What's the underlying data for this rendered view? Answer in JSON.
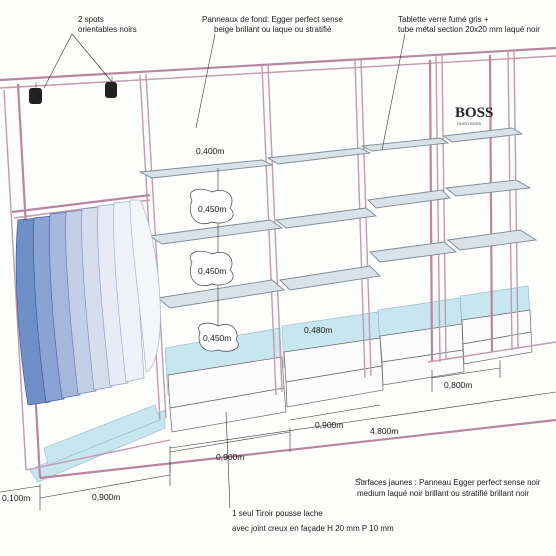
{
  "labels": {
    "spots": [
      "2 spots",
      "orientables noirs"
    ],
    "panneaux": [
      "Panneaux de fond: Egger perfect sense",
      "beige brillant ou laque ou stratifié"
    ],
    "tablette": [
      "Tablette verre fumé gris +",
      "tube métal section 20x20 mm  laqué noir"
    ],
    "surfaces": [
      "Surfaces jaunes : Panneau Egger perfect sense noir",
      "medium laqué noir brillant ou stratifié brillant noir"
    ],
    "tiroir": [
      "1 seul Tiroir pousse lache",
      "avec joint creux en façade H 20 mm P 10 mm"
    ],
    "brand": "BOSS",
    "brand_sub": "HUGO BOSS"
  },
  "dimensions": {
    "d400": "0,400m",
    "d450a": "0,450m",
    "d450b": "0,450m",
    "d450c": "0,450m",
    "d480": "0,480m",
    "d800": "0,800m",
    "d900a": "0,900m",
    "d900b": "0,900m",
    "d900c": "0,900m",
    "d4800": "4,800m",
    "d100": "0,100m"
  },
  "colors": {
    "frame": "#b7879f",
    "glass": "#d9e2e8",
    "yellow_surface": "#c7e6f0",
    "garment": "#6f8fc9"
  }
}
